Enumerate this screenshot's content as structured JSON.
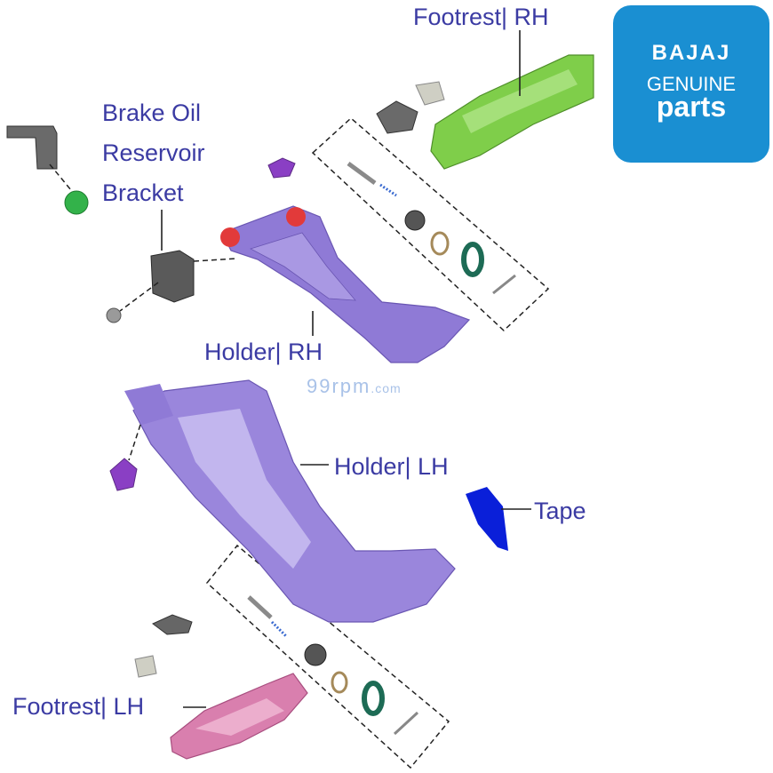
{
  "labels": {
    "footrest_rh": "Footrest| RH",
    "brake_oil_line1": "Brake Oil",
    "brake_oil_line2": "Reservoir",
    "brake_oil_line3": "Bracket",
    "holder_rh": "Holder| RH",
    "holder_lh": "Holder| LH",
    "tape": "Tape",
    "footrest_lh": "Footrest| LH"
  },
  "logo": {
    "brand": "BAJAJ",
    "line1": "GENUINE",
    "line2": "parts"
  },
  "watermark": {
    "main": "99rpm",
    "suffix": ".com"
  },
  "colors": {
    "label_text": "#3b3ba3",
    "logo_bg": "#1a8fd2",
    "holder": "#8f7ad6",
    "footrest_rh": "#7fce4a",
    "footrest_lh": "#d97fae",
    "tape": "#0a1fd9",
    "bolt_purple": "#8a3fc4",
    "nut_green": "#33b24a",
    "bracket_grey": "#5a5a5a"
  }
}
